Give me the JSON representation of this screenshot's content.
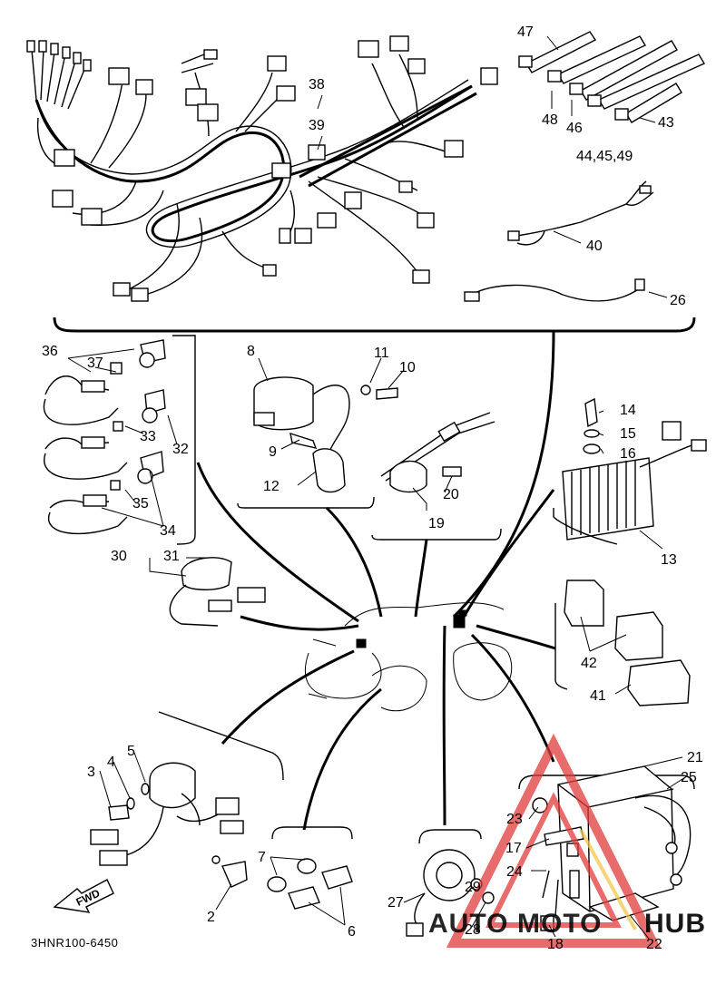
{
  "diagram": {
    "part_code": "3HNR100-6450",
    "fwd_label": "FWD",
    "watermark": {
      "left": "AUTO",
      "middle": "MOTO",
      "right": "HUB",
      "accent_color": "#e23b3b",
      "secondary_color": "#f2c84b"
    },
    "callouts": {
      "c2": "2",
      "c3": "3",
      "c4": "4",
      "c5": "5",
      "c6": "6",
      "c7": "7",
      "c8": "8",
      "c9": "9",
      "c10": "10",
      "c11": "11",
      "c12": "12",
      "c13": "13",
      "c14": "14",
      "c15": "15",
      "c16": "16",
      "c17": "17",
      "c18": "18",
      "c19": "19",
      "c20": "20",
      "c21": "21",
      "c22": "22",
      "c23": "23",
      "c24": "24",
      "c25": "25",
      "c26": "26",
      "c27": "27",
      "c28": "28",
      "c29": "29",
      "c30": "30",
      "c31": "31",
      "c32": "32",
      "c33": "33",
      "c34": "34",
      "c35": "35",
      "c36": "36",
      "c37": "37",
      "c38": "38",
      "c39": "39",
      "c40": "40",
      "c41": "41",
      "c42": "42",
      "c43": "43",
      "c44_45_49": "44,45,49",
      "c46": "46",
      "c47": "47",
      "c48": "48"
    }
  }
}
